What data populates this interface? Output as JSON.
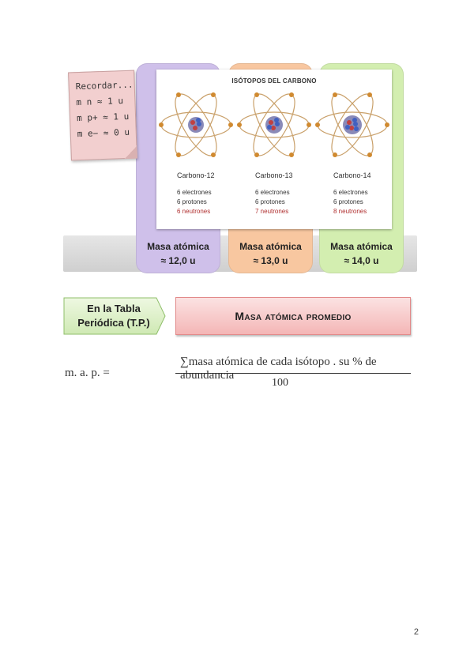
{
  "note": {
    "title": "Recordar...",
    "lines": [
      "m n ≈ 1 u",
      "m p+ ≈ 1 u",
      "m e− ≈ 0 u"
    ]
  },
  "card": {
    "title": "ISÓTOPOS DEL CARBONO",
    "isotopes": [
      {
        "name": "Carbono-12",
        "electrons": "6 electrones",
        "protons": "6 protones",
        "neutrons": "6 neutrones"
      },
      {
        "name": "Carbono-13",
        "electrons": "6 electrones",
        "protons": "6 protones",
        "neutrons": "7 neutrones"
      },
      {
        "name": "Carbono-14",
        "electrons": "6 electrones",
        "protons": "6 protones",
        "neutrons": "8 neutrones"
      }
    ]
  },
  "columns": [
    {
      "label": "Masa atómica",
      "value": "≈ 12,0 u",
      "color": "#cfc0ea"
    },
    {
      "label": "Masa atómica",
      "value": "≈ 13,0 u",
      "color": "#f8c7a0"
    },
    {
      "label": "Masa atómica",
      "value": "≈ 14,0 u",
      "color": "#d3eeb0"
    }
  ],
  "arrow_label": "En la Tabla Periódica (T.P.)",
  "banner": "Masa atómica promedio",
  "formula": {
    "lhs": "m. a. p. =",
    "numerator": "∑masa atómica de cada isótopo  .  su % de abundancia",
    "denominator": "100"
  },
  "page_number": "2"
}
